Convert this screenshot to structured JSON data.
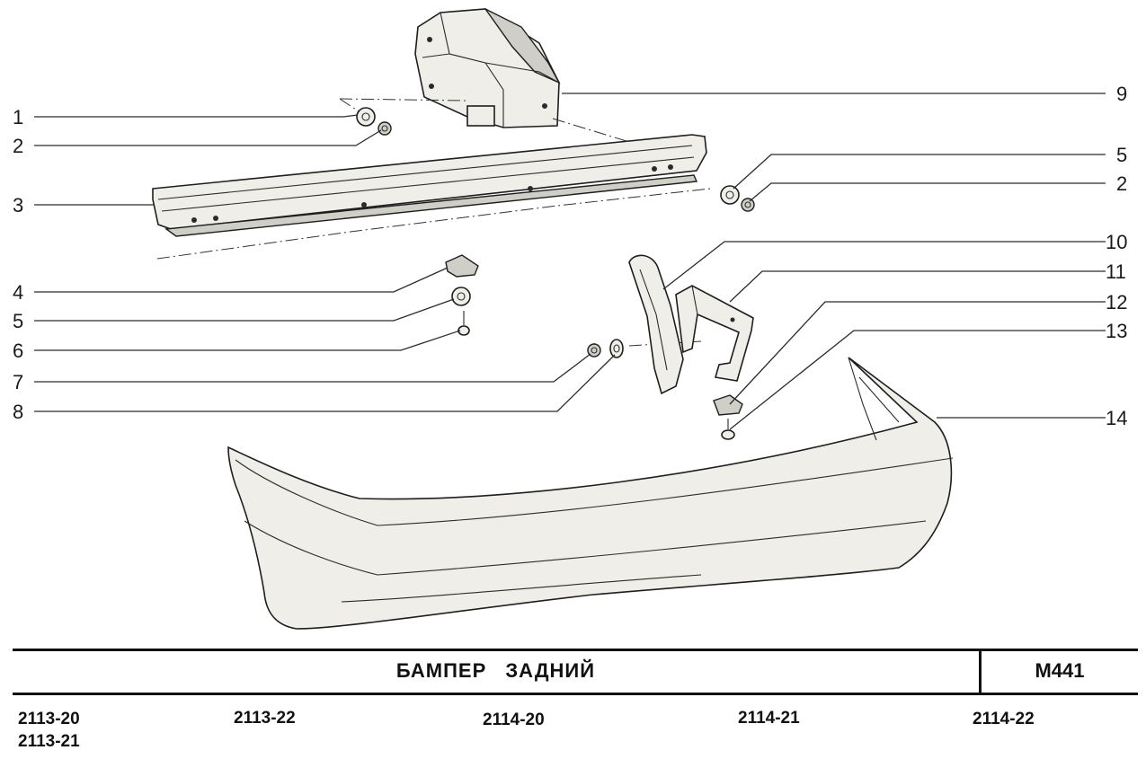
{
  "title": "БАМПЕР   ЗАДНИЙ",
  "sheet_code": "М441",
  "models": [
    "2113-20",
    "2113-21",
    "2113-22",
    "2114-20",
    "2114-21",
    "2114-22"
  ],
  "callouts_left": [
    "1",
    "2",
    "3",
    "4",
    "5",
    "6",
    "7",
    "8"
  ],
  "callouts_right": [
    "9",
    "5",
    "2",
    "10",
    "11",
    "12",
    "13",
    "14"
  ]
}
